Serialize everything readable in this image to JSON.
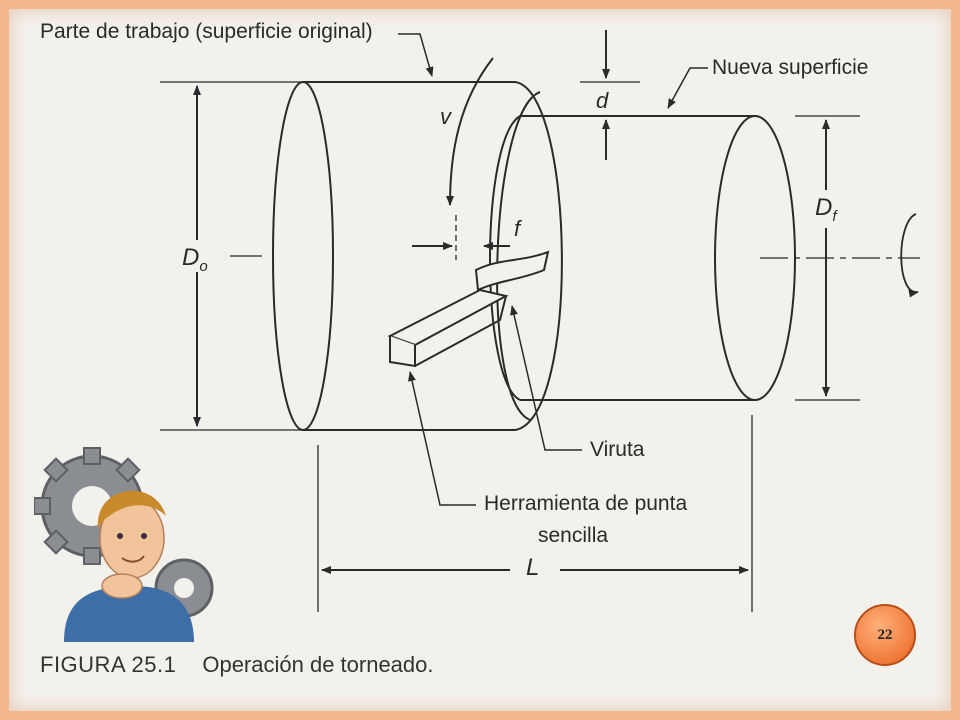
{
  "labels": {
    "workpiece": "Parte de trabajo (superficie original)",
    "new_surface": "Nueva superficie",
    "v": "v",
    "d": "d",
    "f": "f",
    "do": "D",
    "do_sub": "o",
    "df": "D",
    "df_sub": "f",
    "chip": "Viruta",
    "tool_line1": "Herramienta de punta",
    "tool_line2": "sencilla",
    "length": "L"
  },
  "caption": {
    "number": "FIGURA 25.1",
    "text": "Operación de torneado."
  },
  "page_number": "22",
  "colors": {
    "frame": "#f5b88c",
    "background": "#f3f1ec",
    "badge": "#f07a3a",
    "line": "#2a2a2a"
  },
  "icons": {
    "mascot": "thinking-man-with-gears-icon",
    "rotation": "rotation-arrow-icon"
  }
}
